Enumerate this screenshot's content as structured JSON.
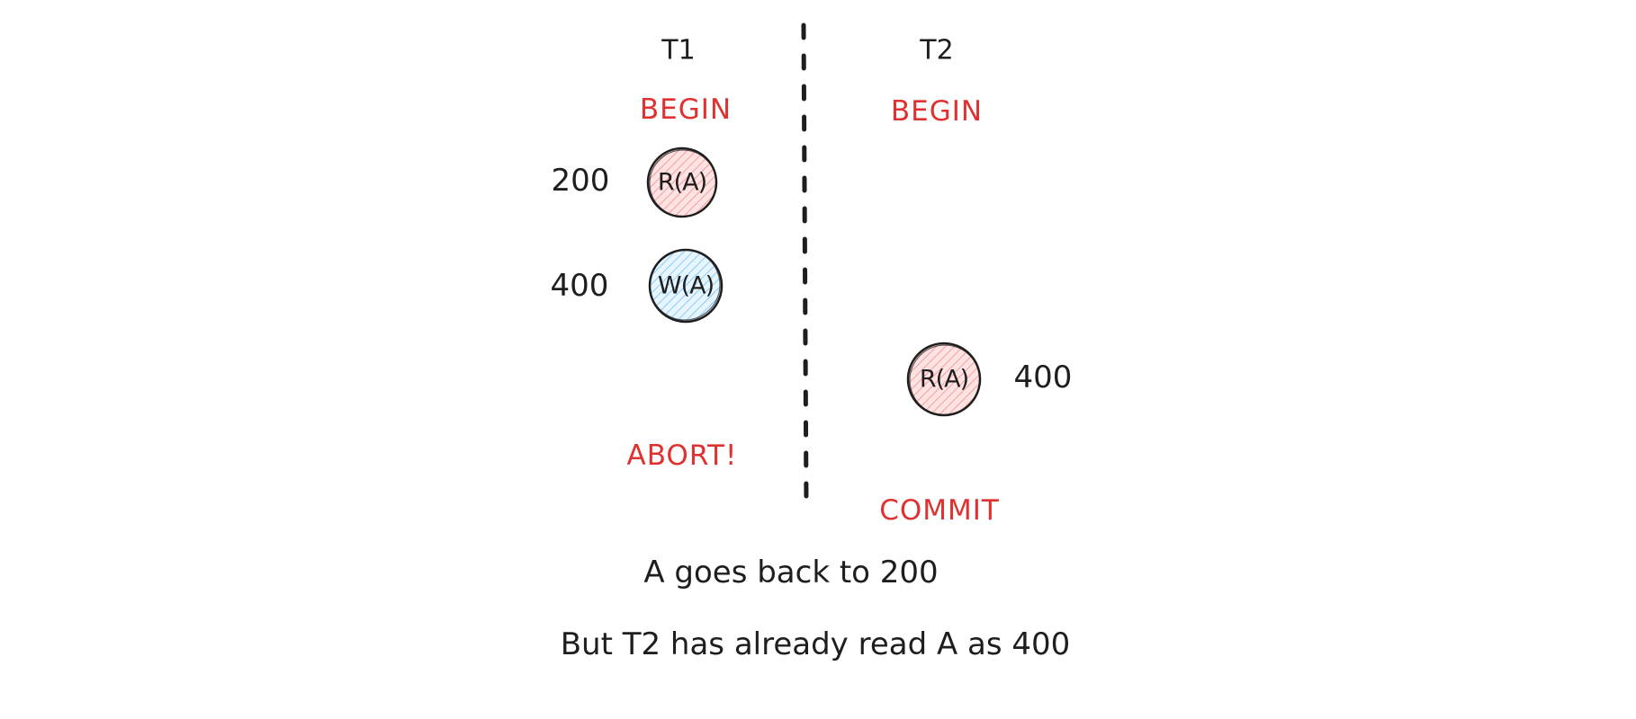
{
  "colors": {
    "ink": "#1e1e1e",
    "keyword": "#e03131",
    "read_fill": "#ffc9c9",
    "read_hatch": "#f08c8c",
    "write_fill": "#d0ebff",
    "write_hatch": "#74c0fc"
  },
  "t1": {
    "header": "T1",
    "begin": "BEGIN",
    "read_value": "200",
    "read_op": "R(A)",
    "write_value": "400",
    "write_op": "W(A)",
    "abort": "ABORT!"
  },
  "t2": {
    "header": "T2",
    "begin": "BEGIN",
    "read_op": "R(A)",
    "read_value": "400",
    "commit": "COMMIT"
  },
  "notes": {
    "rollback": "A goes back to 200",
    "dirty_read": "But T2 has already read A as 400"
  }
}
